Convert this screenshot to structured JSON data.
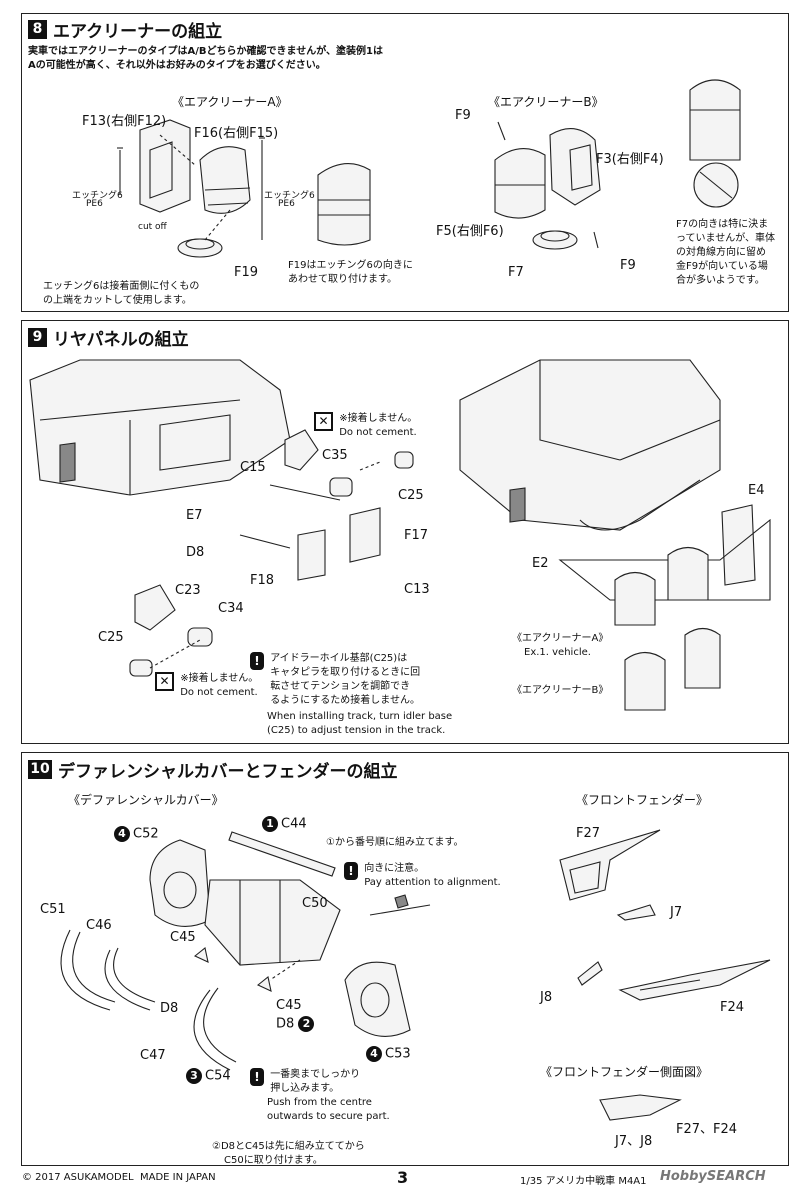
{
  "section8": {
    "number": "8",
    "title": "エアクリーナーの組立",
    "note1": "実車ではエアクリーナーのタイプはA/Bどちらか確認できませんが、塗装例1は",
    "note2": "Aの可能性が高く、それ以外はお好みのタイプをお選びください。",
    "subA": "《エアクリーナーA》",
    "subB": "《エアクリーナーB》",
    "labels": {
      "f13": "F13(右側F12)",
      "f16": "F16(右側F15)",
      "etch_left": "エッチング6",
      "pe_left": "PE6",
      "etch_right": "エッチング6",
      "pe_right": "PE6",
      "cutoff": "cut off",
      "f19": "F19",
      "f19note1": "F19はエッチング6の向きに",
      "f19note2": "あわせて取り付けます。",
      "f9a": "F9",
      "f3": "F3(右側F4)",
      "f5": "F5(右側F6)",
      "f7": "F7",
      "f9b": "F9"
    },
    "etch_note1": "エッチング6は接着面側に付くもの",
    "etch_note2": "の上端をカットして使用します。",
    "f7_note": [
      "F7の向きは特に決ま",
      "っていませんが、車体",
      "の対角線方向に留め",
      "金F9が向いている場",
      "合が多いようです。"
    ]
  },
  "section9": {
    "number": "9",
    "title": "リヤパネルの組立",
    "no_cement_jp": "※接着しません。",
    "no_cement_en": "Do not cement.",
    "labels": {
      "c15": "C15",
      "c35": "C35",
      "c25a": "C25",
      "e7": "E7",
      "f17": "F17",
      "d8": "D8",
      "f18": "F18",
      "c13": "C13",
      "c23": "C23",
      "c34": "C34",
      "c25b": "C25",
      "e4": "E4",
      "e2": "E2"
    },
    "no_cement2_jp": "※接着しません。",
    "no_cement2_en": "Do not cement.",
    "idler_jp": [
      "アイドラーホイル基部(C25)は",
      "キャタピラを取り付けるときに回",
      "転させてテンションを調節でき",
      "るようにするため接着しません。"
    ],
    "idler_en": [
      "When installing track, turn idler base",
      "(C25) to adjust tension in the track."
    ],
    "cleanerA": "《エアクリーナーA》",
    "ex1": "Ex.1. vehicle.",
    "cleanerB": "《エアクリーナーB》"
  },
  "section10": {
    "number": "10",
    "title": "デファレンシャルカバーとフェンダーの組立",
    "sub_diff": "《デファレンシャルカバー》",
    "sub_fender": "《フロントフェンダー》",
    "sub_fender_side": "《フロントフェンダー側面図》",
    "labels": {
      "c52": "C52",
      "c44": "C44",
      "c50": "C50",
      "c51": "C51",
      "c46": "C46",
      "c45a": "C45",
      "d8a": "D8",
      "c45b": "C45",
      "d8b": "D8",
      "c47": "C47",
      "c54": "C54",
      "c53": "C53",
      "f27": "F27",
      "j7": "J7",
      "j8": "J8",
      "f24": "F24",
      "f27f24": "F27、F24",
      "j7j8": "J7、J8"
    },
    "step_order": "①から番号順に組み立てます。",
    "align_jp": "向きに注意。",
    "align_en": "Pay attention to alignment.",
    "push_jp": [
      "一番奥までしっかり",
      "押し込みます。"
    ],
    "push_en": [
      "Push from the centre",
      "outwards to secure part."
    ],
    "d8_note": [
      "②D8とC45は先に組み立ててから",
      "C50に取り付けます。"
    ],
    "step1": "1",
    "step2": "2",
    "step3": "3",
    "step4a": "4",
    "step4b": "4"
  },
  "footer": {
    "copyright": "© 2017 ASUKAMODEL",
    "made": "MADE IN JAPAN",
    "page": "3",
    "product": "1/35 アメリカ中戦車 M4A1",
    "watermark": "HobbySEARCH"
  }
}
